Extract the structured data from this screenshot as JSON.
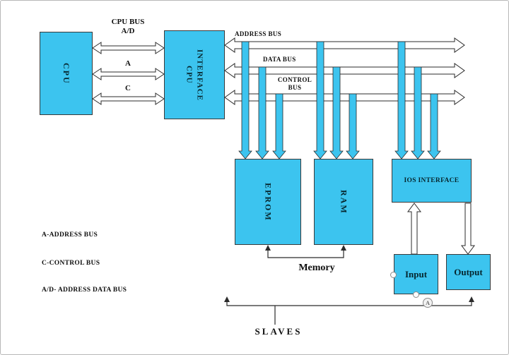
{
  "colors": {
    "block_fill": "#3cc4ef",
    "block_border": "#3a3a3a",
    "arrow_fill": "#ffffff",
    "line_color": "#2b2b2b"
  },
  "blocks": {
    "cpu": "CPU",
    "cpu_interface_line1": "CPU",
    "cpu_interface_line2": "INTERFACE",
    "eprom": "EPROM",
    "ram": "RAM",
    "ios_interface": "IOS INTERFACE",
    "input": "Input",
    "output": "Output"
  },
  "bus_labels": {
    "cpu_bus_line1": "CPU BUS",
    "cpu_bus_line2": "A/D",
    "address_line": "A",
    "control_line": "C",
    "address_bus": "ADDRESS BUS",
    "data_bus": "DATA BUS",
    "control_bus_line1": "CONTROL",
    "control_bus_line2": "BUS"
  },
  "annotations": {
    "memory": "Memory",
    "slaves": "SLAVES",
    "meter_letter": "A"
  },
  "legend": {
    "items": [
      "A-ADDRESS BUS",
      "C-CONTROL BUS",
      "A/D- ADDRESS DATA BUS"
    ]
  }
}
